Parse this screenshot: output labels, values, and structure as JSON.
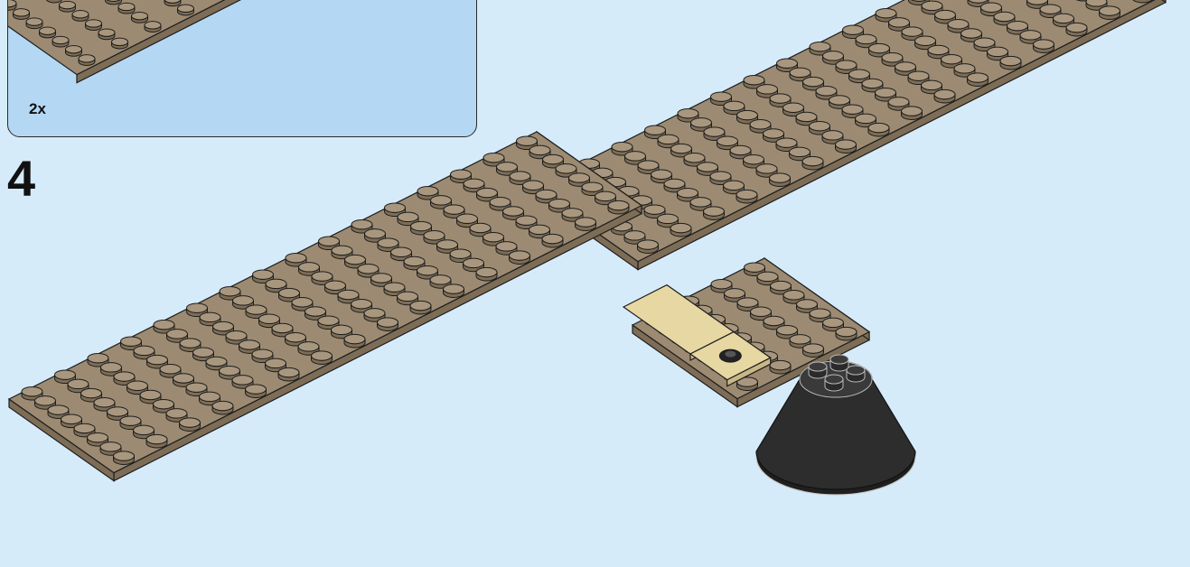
{
  "callout": {
    "quantity_label": "2x"
  },
  "step": {
    "number": "4"
  },
  "colors": {
    "background": "#d6ebfa",
    "callout_bg": "#b4d8f4",
    "plate_top": "#9c8b72",
    "plate_side": "#7e6d56",
    "stud_top": "#a8977e",
    "tile_tan": "#e7d7a3",
    "cone_black": "#2d2d2d",
    "outline": "#1e1e1e"
  },
  "parts": [
    {
      "name": "dark-tan-baseplate-left",
      "interactable": false
    },
    {
      "name": "dark-tan-baseplate-right",
      "interactable": false
    },
    {
      "name": "dark-tan-plate-stem",
      "interactable": false
    },
    {
      "name": "tan-tile-2x4",
      "interactable": false
    },
    {
      "name": "tan-tile-2x2-with-stud",
      "interactable": false
    },
    {
      "name": "black-cone-round",
      "interactable": false
    }
  ]
}
